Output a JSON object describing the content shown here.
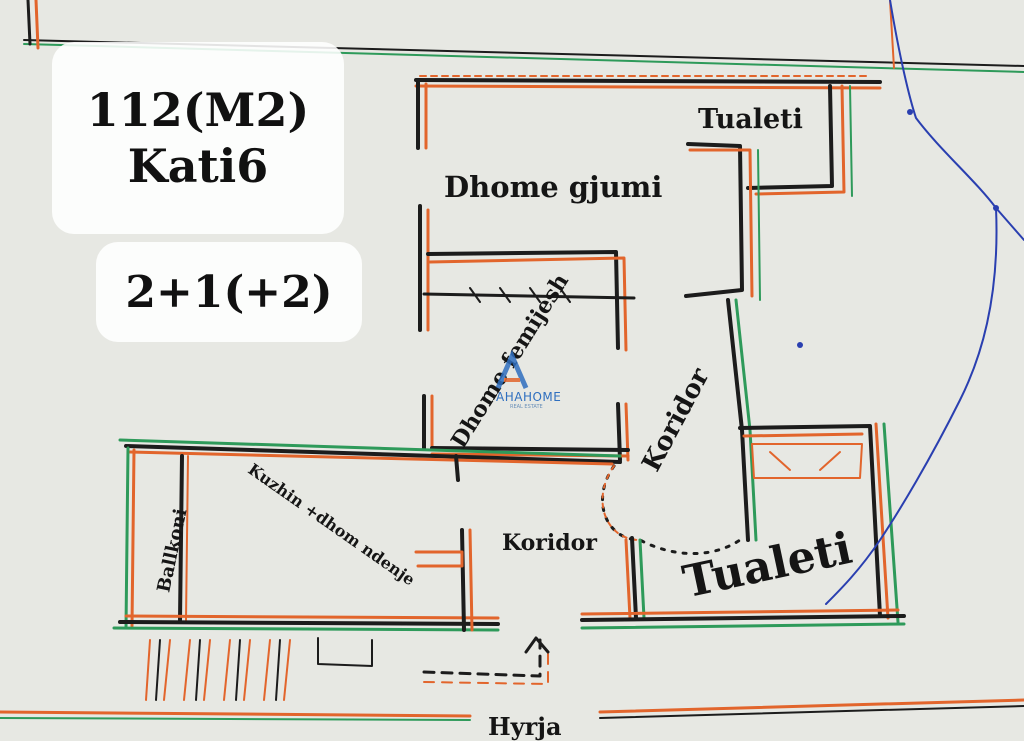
{
  "summary": {
    "area": "112(M2)",
    "floor": "Kati6",
    "rooms": "2+1(+2)"
  },
  "rooms": {
    "toilet_top": "Tualeti",
    "bedroom": "Dhome gjumi",
    "kids_room": "Dhome femijesh",
    "corridor_diag": "Koridor",
    "kitchen": "Kuzhin +dhom ndenje",
    "balcony": "Ballkoni",
    "corridor": "Koridor",
    "toilet_big": "Tualeti",
    "entrance": "Hyrja"
  },
  "watermark": {
    "brand": "AHAHOME",
    "tagline": "REAL ESTATE"
  },
  "colors": {
    "wall_black": "#1c1c1c",
    "wall_orange": "#e2652c",
    "wall_green": "#2e9a5a",
    "pen_blue": "#2a3fb0",
    "paper": "#e7e8e3"
  }
}
